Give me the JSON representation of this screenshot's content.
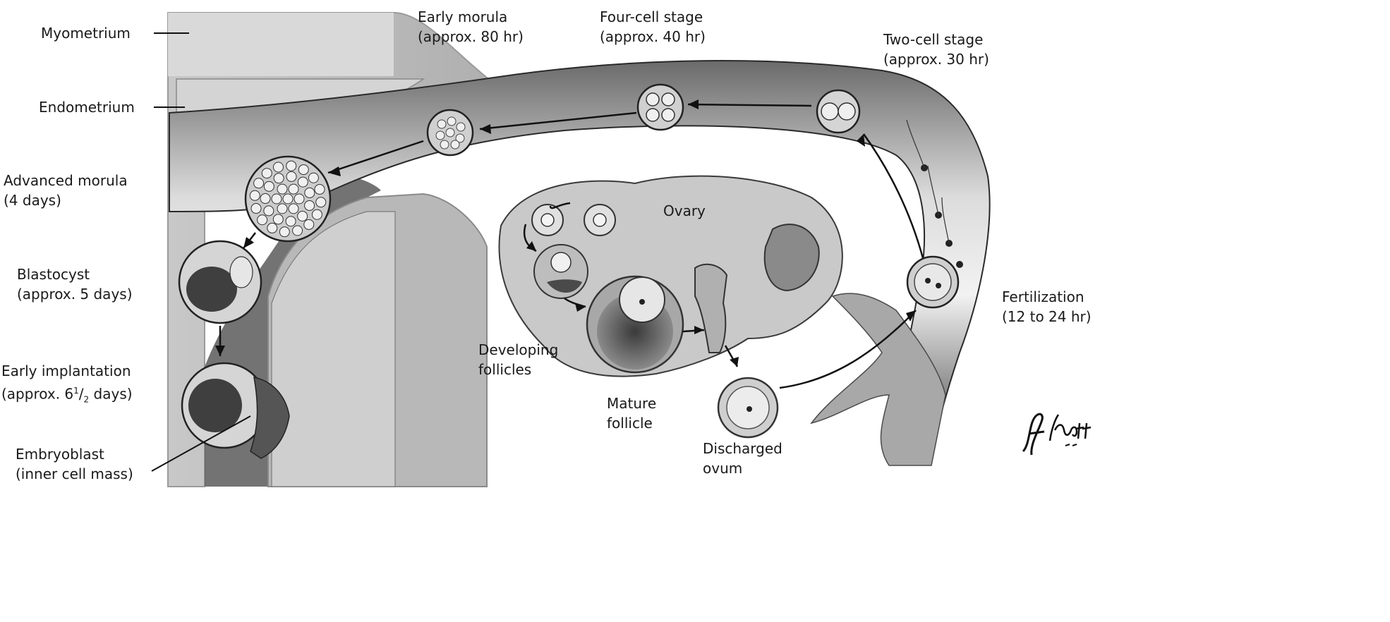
{
  "labels": {
    "myometrium": "Myometrium",
    "endometrium": "Endometrium",
    "advanced_morula": [
      "Advanced morula",
      "(4 days)"
    ],
    "blastocyst": [
      "Blastocyst",
      "(approx. 5 days)"
    ],
    "early_implantation": [
      "Early implantation",
      "(approx. 6",
      "1",
      "/",
      "2",
      " days)"
    ],
    "embryoblast": [
      "Embryoblast",
      "(inner cell mass)"
    ],
    "early_morula": [
      "Early morula",
      "(approx. 80 hr)"
    ],
    "four_cell": [
      "Four-cell stage",
      "(approx. 40 hr)"
    ],
    "two_cell": [
      "Two-cell stage",
      "(approx. 30 hr)"
    ],
    "ovary": "Ovary",
    "fertilization": [
      "Fertilization",
      "(12 to 24 hr)"
    ],
    "developing_follicles": [
      "Developing",
      "follicles"
    ],
    "mature_follicle": [
      "Mature",
      "follicle"
    ],
    "discharged_ovum": [
      "Discharged",
      "ovum"
    ]
  },
  "signature": "F. Netter M.D.",
  "colors": {
    "uterus_wall": "#b9b9b9",
    "myometrium_light": "#d6d6d6",
    "tube_dark": "#3a3a3a",
    "tube_light": "#9a9a9a",
    "ovary": "#cfcfcf",
    "outline": "#2a2a2a"
  }
}
